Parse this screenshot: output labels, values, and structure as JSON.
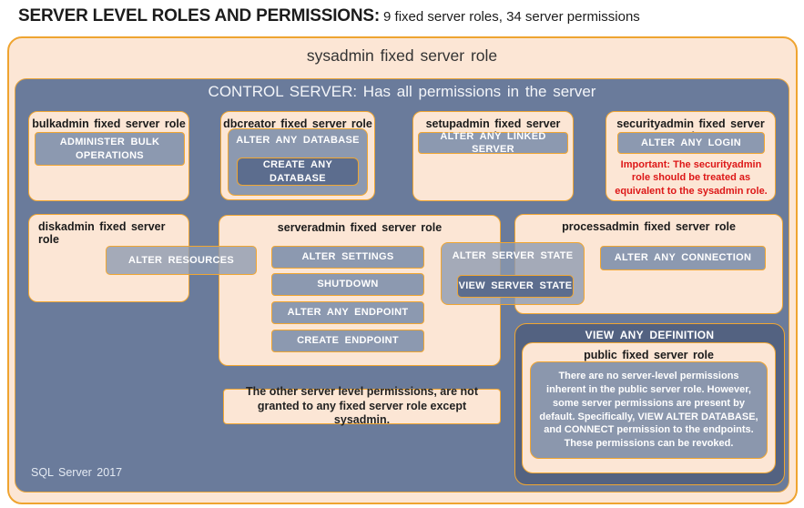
{
  "title": {
    "main": "SERVER LEVEL ROLES AND PERMISSIONS:",
    "sub": "9 fixed server roles, 34 server permissions"
  },
  "sysadmin_label": "sysadmin fixed server role",
  "control_label": "CONTROL SERVER: Has all permissions in the server",
  "boxes": {
    "bulkadmin": {
      "title": "bulkadmin fixed server role",
      "perm": "ADMINISTER  BULK OPERATIONS"
    },
    "dbcreator": {
      "title": "dbcreator fixed server role",
      "outer_perm": "ALTER ANY DATABASE",
      "inner_perm": "CREATE ANY DATABASE"
    },
    "setupadmin": {
      "title": "setupadmin fixed server role",
      "perm": "ALTER ANY LINKED SERVER"
    },
    "securityadmin": {
      "title": "securityadmin fixed server role",
      "perm": "ALTER ANY LOGIN",
      "warning": "Important: The securityadmin role should be treated as equivalent to the sysadmin role."
    },
    "diskadmin": {
      "title": "diskadmin fixed server role",
      "perm": "ALTER RESOURCES"
    },
    "serveradmin": {
      "title": "serveradmin fixed server role",
      "perms": [
        "ALTER SETTINGS",
        "SHUTDOWN",
        "ALTER ANY ENDPOINT",
        "CREATE ENDPOINT"
      ]
    },
    "server_state": {
      "outer_perm": "ALTER SERVER STATE",
      "inner_perm": "VIEW SERVER STATE"
    },
    "processadmin": {
      "title": "processadmin fixed server role",
      "perm": "ALTER ANY CONNECTION"
    },
    "view_any_definition": {
      "label": "VIEW ANY DEFINITION",
      "public": {
        "title": "public fixed server role",
        "body": "There are no server-level permissions inherent in the public server role. However, some server permissions are present by default. Specifically, VIEW ALTER DATABASE, and CONNECT permission to the endpoints. These permissions can be revoked."
      }
    },
    "note": "The other server level permissions, are not granted to any fixed server role except sysadmin."
  },
  "footer": "SQL Server 2017",
  "colors": {
    "background_slate": "#6a7b9b",
    "peach": "#fce6d5",
    "gold_border": "#f0a632",
    "perm_button": "#8c99b0",
    "perm_dark": "#5c6d8e",
    "view_any_definition_fill": "#536281",
    "warning_red": "#dd1717",
    "button_text": "#ffffff"
  }
}
